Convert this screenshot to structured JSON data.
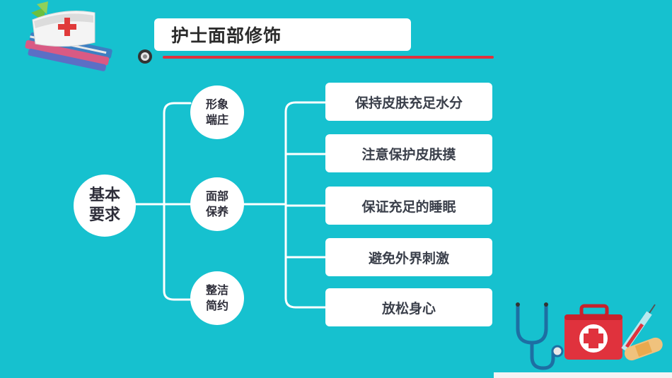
{
  "title": "护士面部修饰",
  "root": {
    "line1": "基本",
    "line2": "要求"
  },
  "branches": [
    {
      "line1": "形象",
      "line2": "端庄"
    },
    {
      "line1": "面部",
      "line2": "保养"
    },
    {
      "line1": "整洁",
      "line2": "简约"
    }
  ],
  "items": [
    "保持皮肤充足水分",
    "注意保护皮肤摸",
    "保证充足的睡眠",
    "避免外界刺激",
    "放松身心"
  ],
  "colors": {
    "background": "#16C1CF",
    "accent_red": "#E0323D",
    "box": "#FFFFFF",
    "text": "#2E2E3A"
  },
  "icons": [
    "nurse-cap-icon",
    "stethoscope-icon",
    "first-aid-kit-icon",
    "syringe-icon",
    "bandage-icon"
  ]
}
